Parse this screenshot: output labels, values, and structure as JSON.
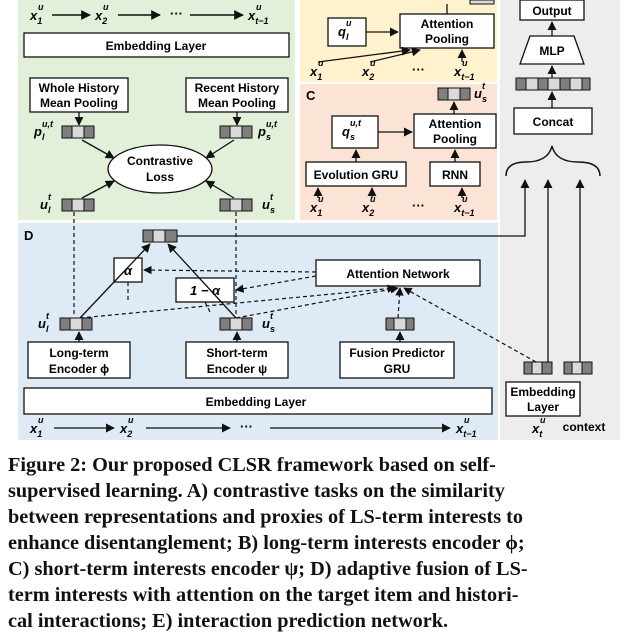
{
  "diagram": {
    "panels": {
      "c_label": "C",
      "d_label": "D"
    },
    "nodes": {
      "embedding_top": "Embedding Layer",
      "whole_history_l1": "Whole History",
      "whole_history_l2": "Mean Pooling",
      "recent_history_l1": "Recent History",
      "recent_history_l2": "Mean Pooling",
      "contrastive_l1": "Contrastive",
      "contrastive_l2": "Loss",
      "attn_pool_l1": "Attention",
      "attn_pool_l2": "Pooling",
      "evolution_gru": "Evolution GRU",
      "rnn": "RNN",
      "attention_network": "Attention Network",
      "alpha": "α",
      "one_minus_alpha": "1 − α",
      "long_term_l1": "Long-term",
      "long_term_l2": "Encoder ϕ",
      "short_term_l1": "Short-term",
      "short_term_l2": "Encoder ψ",
      "fusion_l1": "Fusion Predictor",
      "fusion_l2": "GRU",
      "embedding_bottom": "Embedding Layer",
      "output": "Output",
      "mlp": "MLP",
      "concat": "Concat",
      "embedding_right_l1": "Embedding",
      "embedding_right_l2": "Layer",
      "context": "context"
    },
    "math": {
      "x": "x",
      "sup_u": "u",
      "sub_1": "1",
      "sub_2": "2",
      "sub_t1": "t−1",
      "sub_t": "t",
      "ellipsis": "···",
      "p": "p",
      "sub_l": "l",
      "sub_s": "s",
      "sup_ut": "u,t",
      "u": "u",
      "sup_t": "t",
      "q": "q"
    }
  },
  "caption": {
    "line1": "Figure 2: Our proposed CLSR framework based on self-",
    "line2": "supervised learning. A) contrastive tasks on the similarity",
    "line3": "between representations and proxies of LS-term interests to",
    "line4": "enhance disentanglement; B) long-term interests encoder ϕ;",
    "line5": "C) short-term interests encoder ψ; D) adaptive fusion of LS-",
    "line6": "term interests with attention on the target item and histori-",
    "line7": "cal interactions; E) interaction prediction network."
  },
  "colors": {
    "panel_a": "#e2efd9",
    "panel_b": "#fff2cc",
    "panel_c": "#fbe4d5",
    "panel_d": "#deebf7",
    "panel_e": "#ededed",
    "vec_dark": "#7f7f7f",
    "vec_light": "#d9d9d9"
  }
}
